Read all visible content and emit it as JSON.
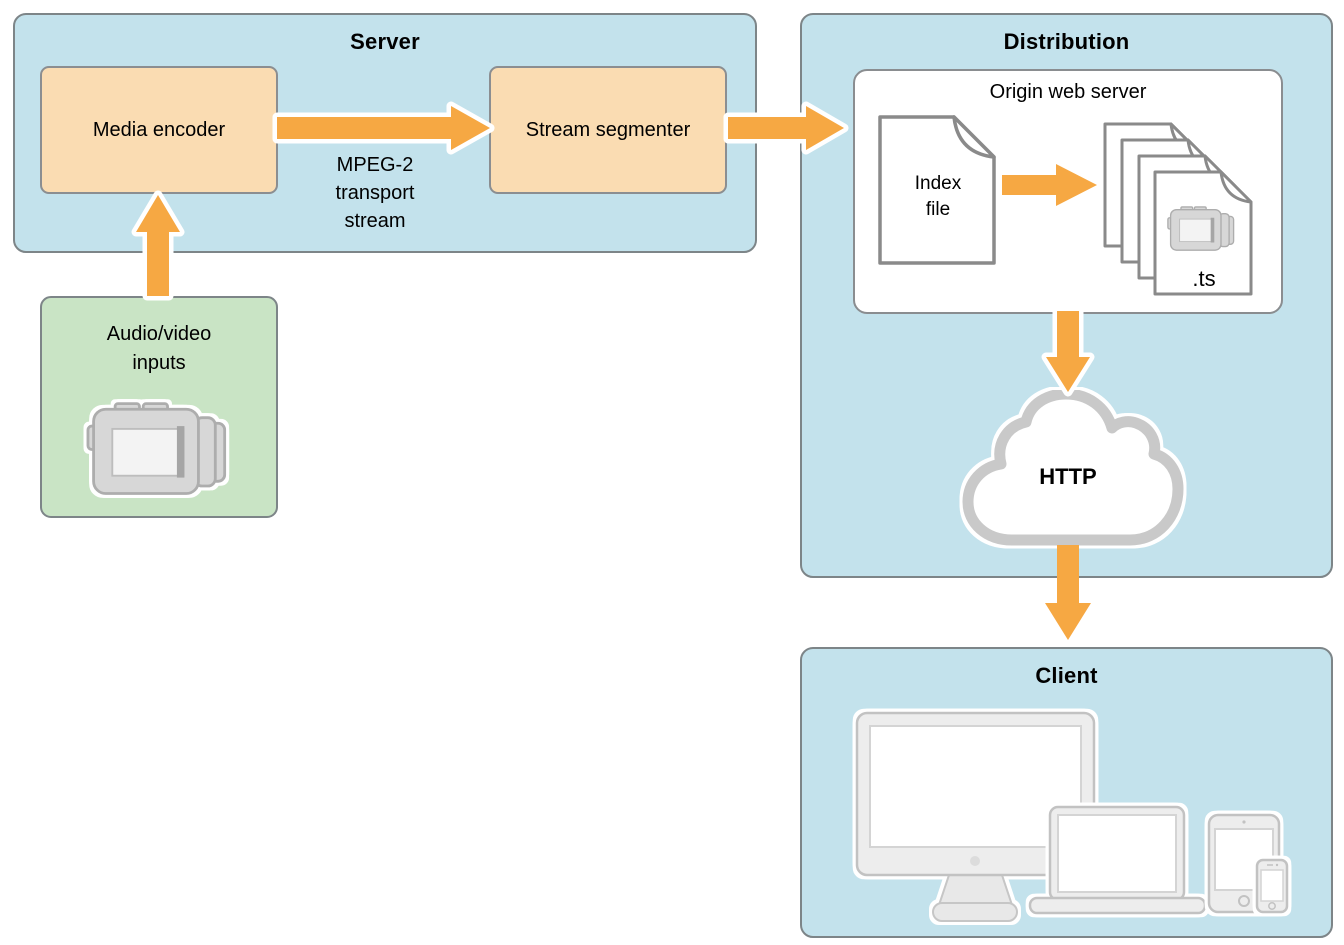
{
  "groups": {
    "server": {
      "title": "Server"
    },
    "distribution": {
      "title": "Distribution"
    },
    "client": {
      "title": "Client"
    }
  },
  "nodes": {
    "media_encoder": {
      "label": "Media encoder"
    },
    "stream_segmenter": {
      "label": "Stream segmenter"
    },
    "av_inputs": {
      "label": "Audio/video\ninputs"
    },
    "origin_server": {
      "title": "Origin web server"
    },
    "index_file": {
      "label": "Index\nfile"
    },
    "ts_files": {
      "label": ".ts"
    },
    "http_cloud": {
      "label": "HTTP"
    }
  },
  "edges": {
    "encoder_to_segmenter": {
      "label": "MPEG-2\ntransport\nstream"
    }
  },
  "icons": {
    "av_input_icon": "camcorder-icon",
    "index_file_icon": "document-icon",
    "segment_files_icon": "stacked-documents-icon",
    "network_icon": "cloud-icon",
    "client_icons": [
      "imac-icon",
      "macbook-icon",
      "ipad-icon",
      "iphone-icon"
    ]
  },
  "colors": {
    "group_fill": "#C3E2EC",
    "process_fill": "#FADCB2",
    "input_fill": "#C9E4C5",
    "arrow": "#F6A843",
    "border": "#7D8588",
    "icon_stroke": "#8A8A8A",
    "cloud_stroke": "#C9C9C9",
    "device_fill": "#EDEDED"
  }
}
